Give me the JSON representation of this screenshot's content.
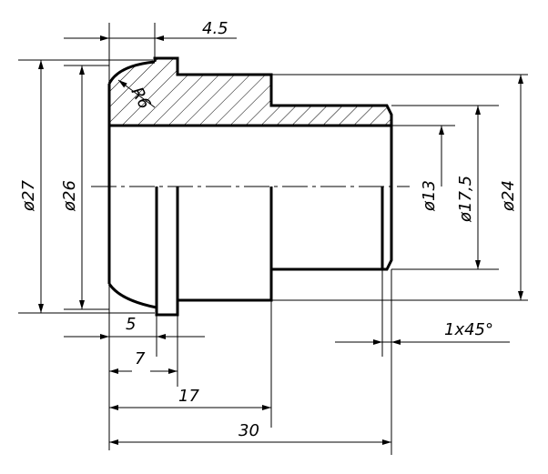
{
  "drawing": {
    "dimensions": {
      "top_offset": "4.5",
      "radius": "R6",
      "dia_outer": "ø27",
      "dia_face": "ø26",
      "dia_bore": "ø13",
      "dia_step": "ø17,5",
      "dia_body": "ø24",
      "len_groove": "5",
      "len_7": "7",
      "len_17": "17",
      "len_30": "30",
      "chamfer": "1x45°"
    }
  }
}
